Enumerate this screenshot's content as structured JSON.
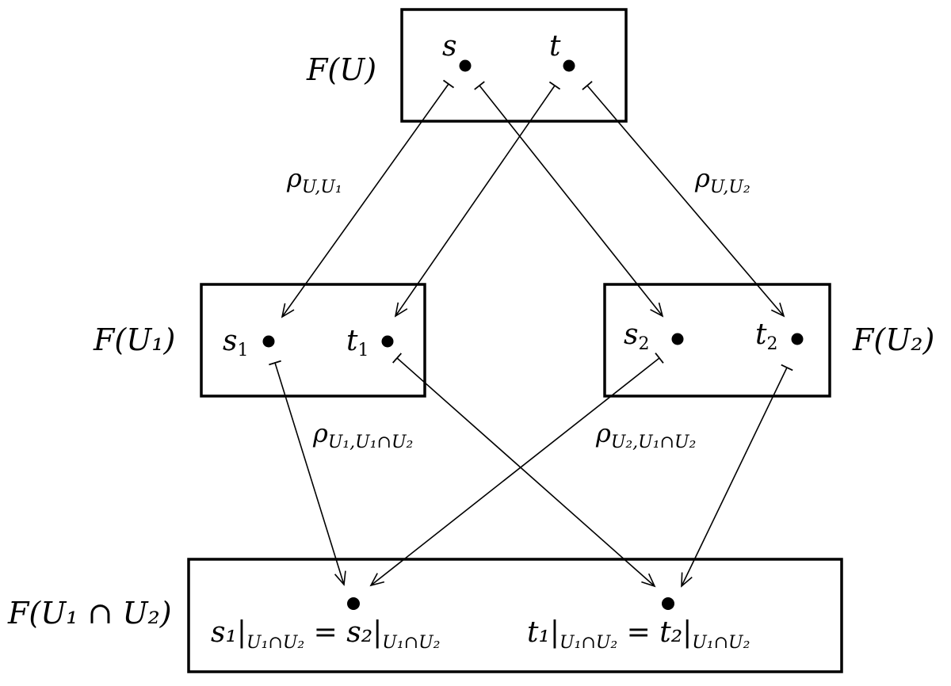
{
  "diagram": {
    "label_top": "F(U)",
    "label_mid_left": "F(U₁)",
    "label_mid_right": "F(U₂)",
    "label_bottom": "F(U₁ ∩ U₂)",
    "top_s": "s",
    "top_t": "t",
    "mid_s1": "s",
    "mid_s1_sub": "1",
    "mid_t1": "t",
    "mid_t1_sub": "1",
    "mid_s2": "s",
    "mid_s2_sub": "2",
    "mid_t2": "t",
    "mid_t2_sub": "2",
    "rho_u_u1": "ρ",
    "rho_u_u1_sub": "U,U₁",
    "rho_u_u2": "ρ",
    "rho_u_u2_sub": "U,U₂",
    "rho_u1_int": "ρ",
    "rho_u1_int_sub": "U₁,U₁∩U₂",
    "rho_u2_int": "ρ",
    "rho_u2_int_sub": "U₂,U₁∩U₂",
    "eq_left": "s₁|",
    "eq_left_sub": "U₁∩U₂",
    "eq_left_mid": " = s₂|",
    "eq_left_sub2": "U₁∩U₂",
    "eq_right": "t₁|",
    "eq_right_sub": "U₁∩U₂",
    "eq_right_mid": " = t₂|",
    "eq_right_sub2": "U₁∩U₂"
  }
}
